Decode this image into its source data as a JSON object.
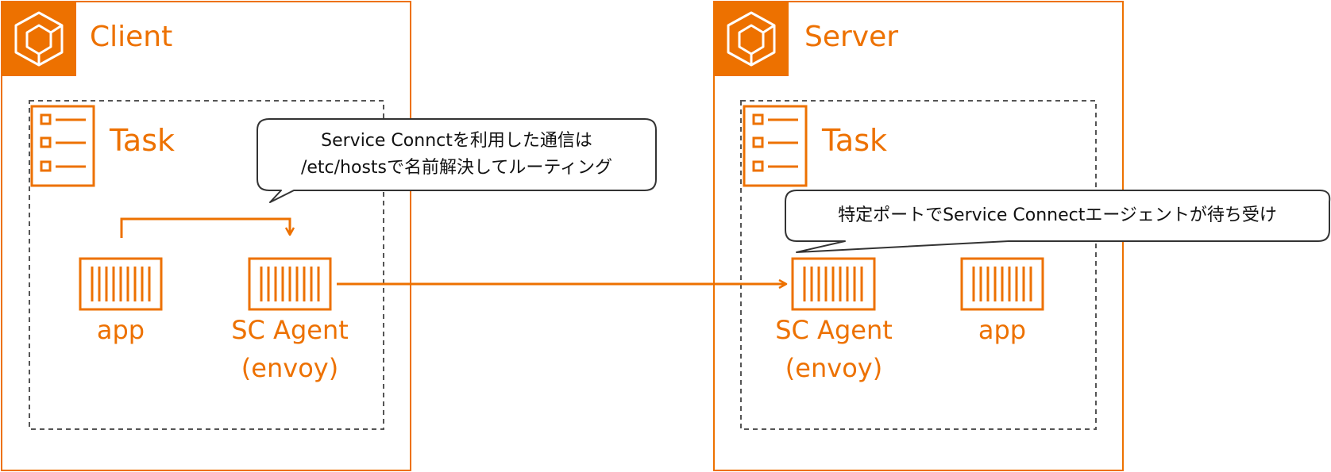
{
  "colors": {
    "accent": "#ED7100",
    "dashed_border": "#555555",
    "callout_border": "#333333",
    "callout_text": "#111111"
  },
  "client": {
    "title": "Client",
    "icon": "ecs-cluster-icon",
    "task": {
      "title": "Task",
      "icon": "task-definition-icon",
      "app_label": "app",
      "agent_label_line1": "SC Agent",
      "agent_label_line2": "(envoy)"
    },
    "callout": {
      "line1": "Service Connctを利用した通信は",
      "line2": "/etc/hostsで名前解決してルーティング"
    }
  },
  "server": {
    "title": "Server",
    "icon": "ecs-cluster-icon",
    "task": {
      "title": "Task",
      "icon": "task-definition-icon",
      "agent_label_line1": "SC Agent",
      "agent_label_line2": "(envoy)",
      "app_label": "app"
    },
    "callout": {
      "line1": "特定ポートでService Connectエージェントが待ち受け"
    }
  }
}
